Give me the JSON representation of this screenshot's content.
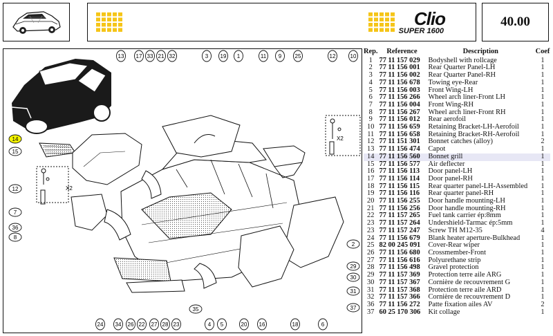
{
  "header": {
    "brand_word": "Clio",
    "brand_sub": "SUPER 1600",
    "page_number": "40.00",
    "accent_color": "#f5c518"
  },
  "table": {
    "headers": {
      "rep": "Rep.",
      "reference": "Reference",
      "description": "Description",
      "coef": "Coef"
    },
    "highlighted_rep": "14",
    "rows": [
      {
        "rep": "1",
        "ref": "77 11 157 029",
        "desc": "Bodyshell with rollcage",
        "coef": "1"
      },
      {
        "rep": "2",
        "ref": "77 11 156 001",
        "desc": "Rear Quarter Panel-LH",
        "coef": "1"
      },
      {
        "rep": "3",
        "ref": "77 11 156 002",
        "desc": "Rear Quarter Panel-RH",
        "coef": "1"
      },
      {
        "rep": "4",
        "ref": "77 11 156 678",
        "desc": "Towing eye-Rear",
        "coef": "1"
      },
      {
        "rep": "5",
        "ref": "77 11 156 003",
        "desc": "Front Wing-LH",
        "coef": "1"
      },
      {
        "rep": "6",
        "ref": "77 11 156 266",
        "desc": "Wheel arch liner-Front LH",
        "coef": "1"
      },
      {
        "rep": "7",
        "ref": "77 11 156 004",
        "desc": "Front Wing-RH",
        "coef": "1"
      },
      {
        "rep": "8",
        "ref": "77 11 156 267",
        "desc": "Wheel arch liner-Front RH",
        "coef": "1"
      },
      {
        "rep": "9",
        "ref": "77 11 156 012",
        "desc": "Rear aerofoil",
        "coef": "1"
      },
      {
        "rep": "10",
        "ref": "77 11 156 659",
        "desc": "Retaining Bracket-LH-Aerofoil",
        "coef": "1"
      },
      {
        "rep": "11",
        "ref": "77 11 156 658",
        "desc": "Retaining Bracket-RH-Aerofoil",
        "coef": "1"
      },
      {
        "rep": "12",
        "ref": "77 11 151 301",
        "desc": "Bonnet catches (alloy)",
        "coef": "2"
      },
      {
        "rep": "13",
        "ref": "77 11 156 474",
        "desc": "Capot",
        "coef": "1"
      },
      {
        "rep": "14",
        "ref": "77 11 156 560",
        "desc": "Bonnet grill",
        "coef": "1"
      },
      {
        "rep": "15",
        "ref": "77 11 156 577",
        "desc": "Air deflecter",
        "coef": "1"
      },
      {
        "rep": "16",
        "ref": "77 11 156 113",
        "desc": "Door panel-LH",
        "coef": "1"
      },
      {
        "rep": "17",
        "ref": "77 11 156 114",
        "desc": "Door panel-RH",
        "coef": "1"
      },
      {
        "rep": "18",
        "ref": "77 11 156 115",
        "desc": "Rear quarter panel-LH-Assembled",
        "coef": "1"
      },
      {
        "rep": "19",
        "ref": "77 11 156 116",
        "desc": "Rear quarter panel-RH",
        "coef": "1"
      },
      {
        "rep": "20",
        "ref": "77 11 156 255",
        "desc": "Door handle mounting-LH",
        "coef": "1"
      },
      {
        "rep": "21",
        "ref": "77 11 156 256",
        "desc": "Door handle mounting-RH",
        "coef": "1"
      },
      {
        "rep": "22",
        "ref": "77 11 157 265",
        "desc": "Fuel tank carrier ép:8mm",
        "coef": "1"
      },
      {
        "rep": "23",
        "ref": "77 11 157 264",
        "desc": "Undershield-Tarmac ép:5mm",
        "coef": "1"
      },
      {
        "rep": "23",
        "ref": "77 11 157 247",
        "desc": "Screw TH M12-35",
        "coef": "4"
      },
      {
        "rep": "24",
        "ref": "77 11 156 679",
        "desc": "Blank heater aperture-Bulkhead",
        "coef": "1"
      },
      {
        "rep": "25",
        "ref": "82 00 245 091",
        "desc": "Cover-Rear wiper",
        "coef": "1"
      },
      {
        "rep": "26",
        "ref": "77 11 156 680",
        "desc": "Crossmember-Front",
        "coef": "1"
      },
      {
        "rep": "27",
        "ref": "77 11 156 616",
        "desc": "Polyurethane strip",
        "coef": "1"
      },
      {
        "rep": "28",
        "ref": "77 11 156 498",
        "desc": "Gravel protection",
        "coef": "1"
      },
      {
        "rep": "29",
        "ref": "77 11 157 369",
        "desc": "Protection terre aile ARG",
        "coef": "1"
      },
      {
        "rep": "30",
        "ref": "77 11 157 367",
        "desc": "Cornière de recouvrement G",
        "coef": "1"
      },
      {
        "rep": "31",
        "ref": "77 11 157 368",
        "desc": "Protection terre aile ARD",
        "coef": "1"
      },
      {
        "rep": "32",
        "ref": "77 11 157 366",
        "desc": "Cornière de recouvrement D",
        "coef": "1"
      },
      {
        "rep": "36",
        "ref": "77 11 156 272",
        "desc": "Patte fixation ailes AV",
        "coef": "2"
      },
      {
        "rep": "37",
        "ref": "60 25 170 306",
        "desc": "Kit collage",
        "coef": "1"
      }
    ]
  },
  "diagram": {
    "callouts": [
      "14",
      "15",
      "12",
      "7",
      "36",
      "8",
      "13",
      "17",
      "33",
      "21",
      "32",
      "3",
      "19",
      "1",
      "11",
      "9",
      "25",
      "12",
      "10",
      "2",
      "37",
      "24",
      "34",
      "26",
      "22",
      "27",
      "28",
      "23",
      "35",
      "4",
      "5",
      "20",
      "16",
      "18",
      "29",
      "30",
      "31",
      "6"
    ],
    "multiplier": "X2"
  }
}
